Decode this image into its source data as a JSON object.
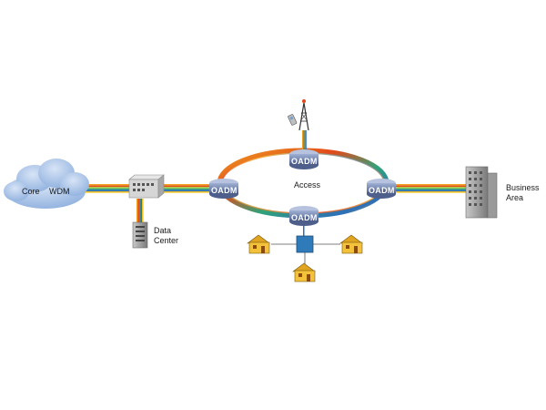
{
  "diagram": {
    "cloud_label_1": "Core",
    "cloud_label_2": "WDM",
    "ring_label": "Access",
    "datacenter_label_1": "Data",
    "datacenter_label_2": "Center",
    "business_label_1": "Business",
    "business_label_2": "Area",
    "node_top": "OADM",
    "node_left": "OADM",
    "node_right": "OADM",
    "node_bottom": "OADM"
  },
  "colors": {
    "cloud": "#a9c2e6",
    "node": "#6f7ea8",
    "switch": "#2f7ab8",
    "house": "#f3c23a",
    "building": "#9a9a9a"
  }
}
